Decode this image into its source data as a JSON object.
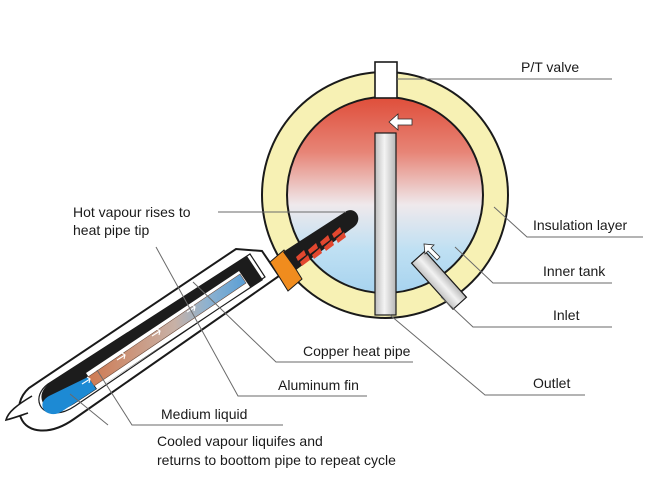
{
  "labels": {
    "pt_valve": "P/T valve",
    "insulation_layer": "Insulation layer",
    "inner_tank": "Inner tank",
    "inlet": "Inlet",
    "outlet": "Outlet",
    "hot_vapour_line1": "Hot vapour rises to",
    "hot_vapour_line2": "heat pipe tip",
    "copper_heat_pipe": "Copper heat pipe",
    "aluminum_fin": "Aluminum fin",
    "medium_liquid": "Medium liquid",
    "cooled_vapour_line1": "Cooled vapour liquifes and",
    "cooled_vapour_line2": "returns to boottom pipe to repeat cycle"
  },
  "colors": {
    "insulation": "#f7f1b4",
    "hot": "#df4e3a",
    "cold": "#a7d3ef",
    "copper": "#c96a3a",
    "fin": "#1c1c1c",
    "liquid": "#1d8ad4",
    "sleeve": "#f08c1e",
    "pipe": "#d2d2d2"
  }
}
